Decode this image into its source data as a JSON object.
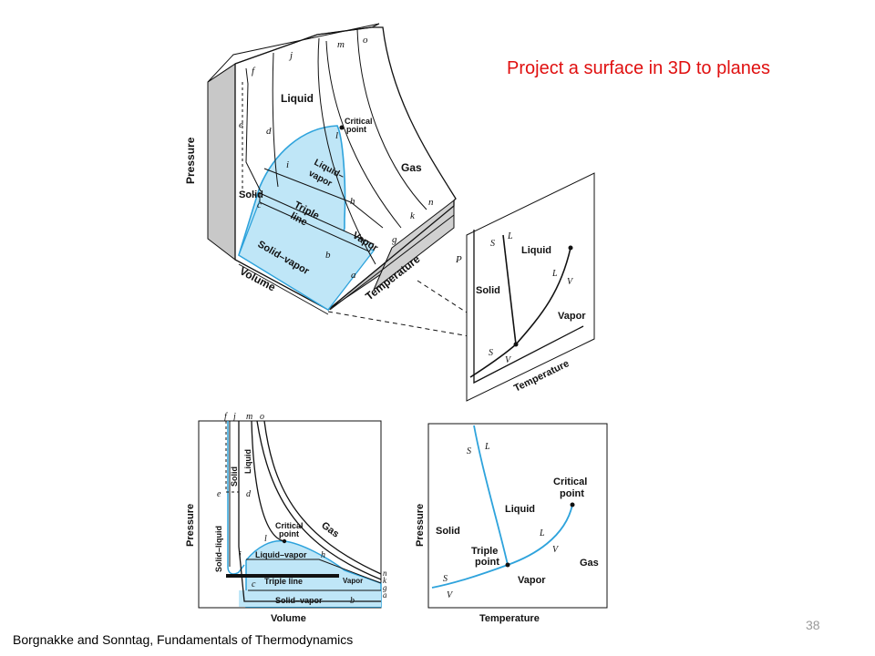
{
  "slide": {
    "title": "Project a surface in 3D to planes",
    "credit": "Borgnakke and Sonntag, Fundamentals of Thermodynamics",
    "page_number": "38"
  },
  "colors": {
    "title": "#e01010",
    "fill": "#bfe6f7",
    "curve": "#2ea3dc",
    "wall": "#c8c8c8"
  },
  "surface3d": {
    "pressure_label": "Pressure",
    "volume_label": "Volume",
    "temperature_label": "Temperature",
    "region_liquid": "Liquid",
    "region_gas": "Gas",
    "region_solid": "Solid",
    "region_liquid_vapor_1": "Liquid–",
    "region_liquid_vapor_2": "vapor",
    "region_solid_vapor": "Solid–vapor",
    "region_vapor": "Vapor",
    "triple_line_1": "Triple",
    "triple_line_2": "line",
    "critical_1": "Critical",
    "critical_2": "point",
    "pt_a": "a",
    "pt_b": "b",
    "pt_c": "c",
    "pt_d": "d",
    "pt_e": "e",
    "pt_f": "f",
    "pt_g": "g",
    "pt_h": "h",
    "pt_i": "i",
    "pt_j": "j",
    "pt_k": "k",
    "pt_l": "l",
    "pt_m": "m",
    "pt_n": "n",
    "pt_o": "o"
  },
  "projected_pt": {
    "p_label": "P",
    "temperature_label": "Temperature",
    "solid": "Solid",
    "liquid": "Liquid",
    "vapor": "Vapor",
    "s1": "S",
    "l1": "L",
    "l2": "L",
    "v1": "V",
    "s2": "S",
    "v2": "V"
  },
  "pv_diagram": {
    "pressure_label": "Pressure",
    "volume_label": "Volume",
    "solid_liquid": "Solid–liquid",
    "solid": "Solid",
    "liquid": "Liquid",
    "gas": "Gas",
    "liquid_vapor": "Liquid–vapor",
    "triple_line": "Triple line",
    "vapor": "Vapor",
    "solid_vapor": "Solid–vapor",
    "critical_1": "Critical",
    "critical_2": "point",
    "pt_f": "f",
    "pt_j": "j",
    "pt_m": "m",
    "pt_o": "o",
    "pt_e": "e",
    "pt_d": "d",
    "pt_l": "l",
    "pt_i": "i",
    "pt_h": "h",
    "pt_c": "c",
    "pt_b": "b",
    "pt_n": "n",
    "pt_k": "k",
    "pt_g": "g",
    "pt_a": "a"
  },
  "pt_diagram": {
    "pressure_label": "Pressure",
    "temperature_label": "Temperature",
    "solid": "Solid",
    "liquid": "Liquid",
    "vapor": "Vapor",
    "gas": "Gas",
    "critical_1": "Critical",
    "critical_2": "point",
    "triple_1": "Triple",
    "triple_2": "point",
    "s1": "S",
    "l1": "L",
    "l2": "L",
    "v1": "V",
    "s2": "S",
    "v2": "V"
  }
}
